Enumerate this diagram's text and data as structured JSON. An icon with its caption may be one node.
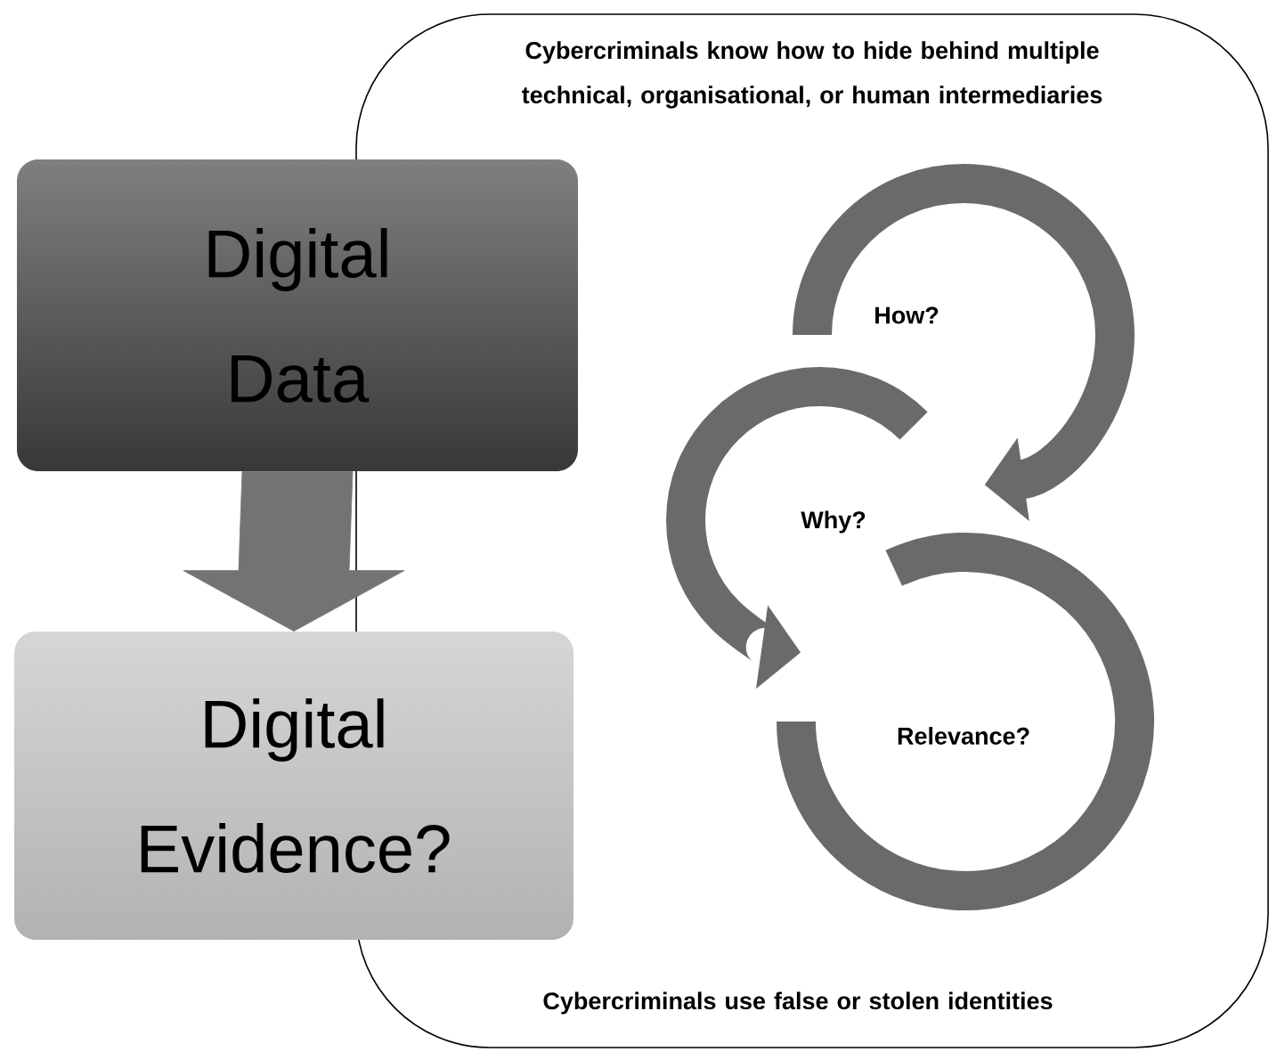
{
  "diagram": {
    "nodes": [
      {
        "text": [
          "Cybercriminals know how to hide behind multiple technical, organisational, or human intermediaries",
          "Cybercriminals use false or stolen identities"
        ]
      },
      {
        "text": [
          "Digital Data"
        ]
      },
      {
        "text": [
          "Digital Evidence?"
        ]
      }
    ],
    "edges": [
      {
        "from": 1,
        "to": 2,
        "arrow": "to"
      }
    ],
    "labels": [
      "How?",
      "Why?",
      "Relevance?"
    ]
  }
}
